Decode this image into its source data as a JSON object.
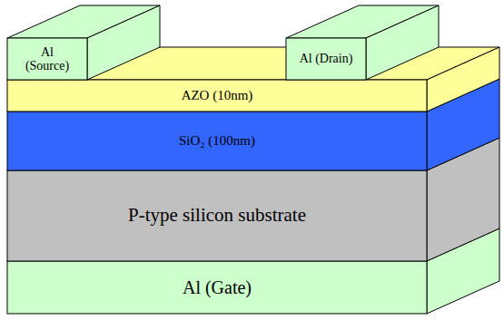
{
  "diagram": {
    "nodes": [
      {
        "text": [
          "Al (Source)"
        ]
      },
      {
        "text": [
          "Al (Drain)"
        ]
      },
      {
        "text": [
          "AZO (10nm)"
        ]
      },
      {
        "text": [
          "SiO₂ (100nm)"
        ]
      },
      {
        "text": [
          "P-type silicon substrate"
        ]
      },
      {
        "text": [
          "Al (Gate)"
        ]
      }
    ]
  }
}
